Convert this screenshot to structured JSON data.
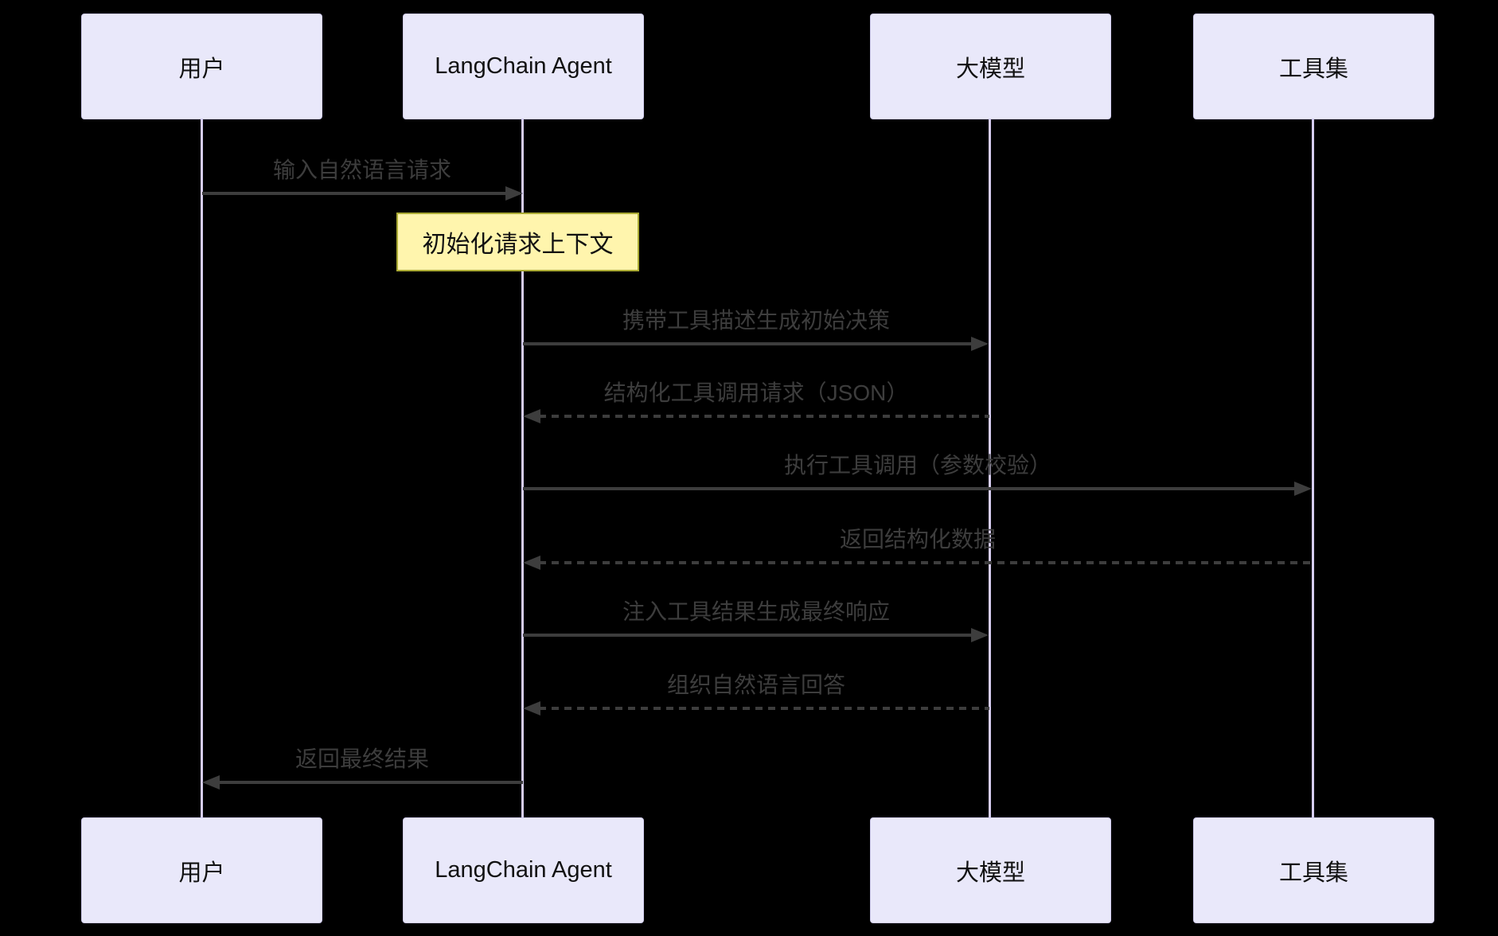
{
  "diagram": {
    "type": "sequence-diagram",
    "actors": [
      {
        "id": "user",
        "label": "用户"
      },
      {
        "id": "langchain-agent",
        "label": "LangChain Agent"
      },
      {
        "id": "llm",
        "label": "大模型"
      },
      {
        "id": "toolset",
        "label": "工具集"
      }
    ],
    "note": {
      "over": "LangChain Agent",
      "text": "初始化请求上下文"
    },
    "messages": [
      {
        "from": "用户",
        "to": "LangChain Agent",
        "label": "输入自然语言请求",
        "style": "solid",
        "direction": "right"
      },
      {
        "from": "LangChain Agent",
        "to": "大模型",
        "label": "携带工具描述生成初始决策",
        "style": "solid",
        "direction": "right"
      },
      {
        "from": "大模型",
        "to": "LangChain Agent",
        "label": "结构化工具调用请求（JSON）",
        "style": "dashed",
        "direction": "left"
      },
      {
        "from": "LangChain Agent",
        "to": "工具集",
        "label": "执行工具调用（参数校验）",
        "style": "solid",
        "direction": "right"
      },
      {
        "from": "工具集",
        "to": "LangChain Agent",
        "label": "返回结构化数据",
        "style": "dashed",
        "direction": "left"
      },
      {
        "from": "LangChain Agent",
        "to": "大模型",
        "label": "注入工具结果生成最终响应",
        "style": "solid",
        "direction": "right"
      },
      {
        "from": "大模型",
        "to": "LangChain Agent",
        "label": "组织自然语言回答",
        "style": "dashed",
        "direction": "left"
      },
      {
        "from": "LangChain Agent",
        "to": "用户",
        "label": "返回最终结果",
        "style": "solid",
        "direction": "left"
      }
    ],
    "colors": {
      "background": "#000000",
      "actor_fill": "#E9E8FA",
      "actor_border": "#CFCBED",
      "actor_text": "#111111",
      "lifeline": "#D6CDF1",
      "message": "#3d3d3d",
      "note_fill": "#FFF5AD",
      "note_border": "#AAAA33"
    }
  }
}
